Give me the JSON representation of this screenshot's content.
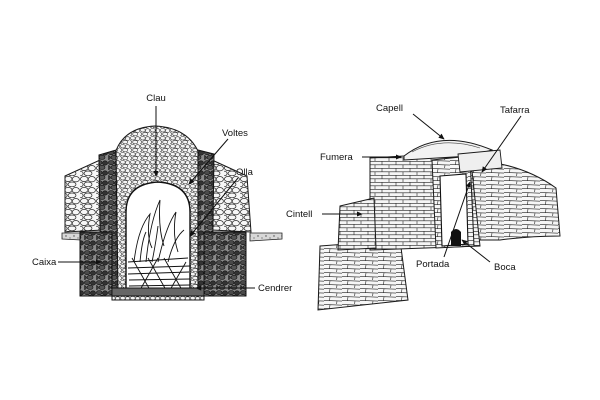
{
  "section": {
    "labels": {
      "clau": "Clau",
      "voltes": "Voltes",
      "olla": "Olla",
      "caixa": "Caixa",
      "cendrer": "Cendrer"
    }
  },
  "exterior": {
    "labels": {
      "capell": "Capell",
      "tafarra": "Tafarra",
      "fumera": "Fumera",
      "cintell": "Cintell",
      "portada": "Portada",
      "boca": "Boca"
    }
  },
  "colors": {
    "ink": "#1a1a1a",
    "stone_light": "#f2f2f2",
    "stone_dark": "#3a3a3a",
    "background": "#ffffff"
  }
}
